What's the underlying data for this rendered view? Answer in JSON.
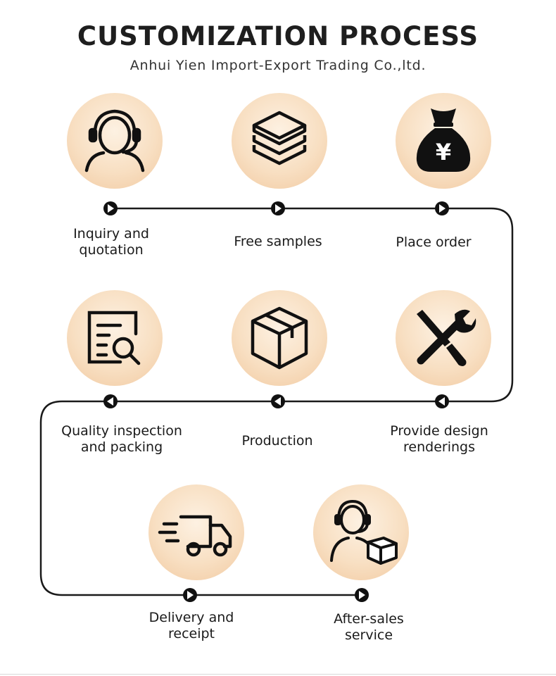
{
  "header": {
    "title": "CUSTOMIZATION PROCESS",
    "subtitle": "Anhui Yien  Import-Export Trading Co.,ltd."
  },
  "steps": [
    {
      "label_line1": "Inquiry and",
      "label_line2": "quotation",
      "icon": "customer-service-icon"
    },
    {
      "label_line1": "Free samples",
      "label_line2": "",
      "icon": "layers-icon"
    },
    {
      "label_line1": "Place order",
      "label_line2": "",
      "icon": "money-bag-icon"
    },
    {
      "label_line1": "Provide design",
      "label_line2": "renderings",
      "icon": "tools-icon"
    },
    {
      "label_line1": "Production",
      "label_line2": "",
      "icon": "box-icon"
    },
    {
      "label_line1": "Quality inspection",
      "label_line2": "and packing",
      "icon": "inspection-icon"
    },
    {
      "label_line1": "Delivery and",
      "label_line2": "receipt",
      "icon": "truck-icon"
    },
    {
      "label_line1": "After-sales",
      "label_line2": "service",
      "icon": "after-sales-icon"
    }
  ],
  "colors": {
    "circle_light": "#fdf1e2",
    "circle_dark": "#f1c9a0",
    "ink": "#1a1a1a"
  },
  "money_symbol": "¥"
}
